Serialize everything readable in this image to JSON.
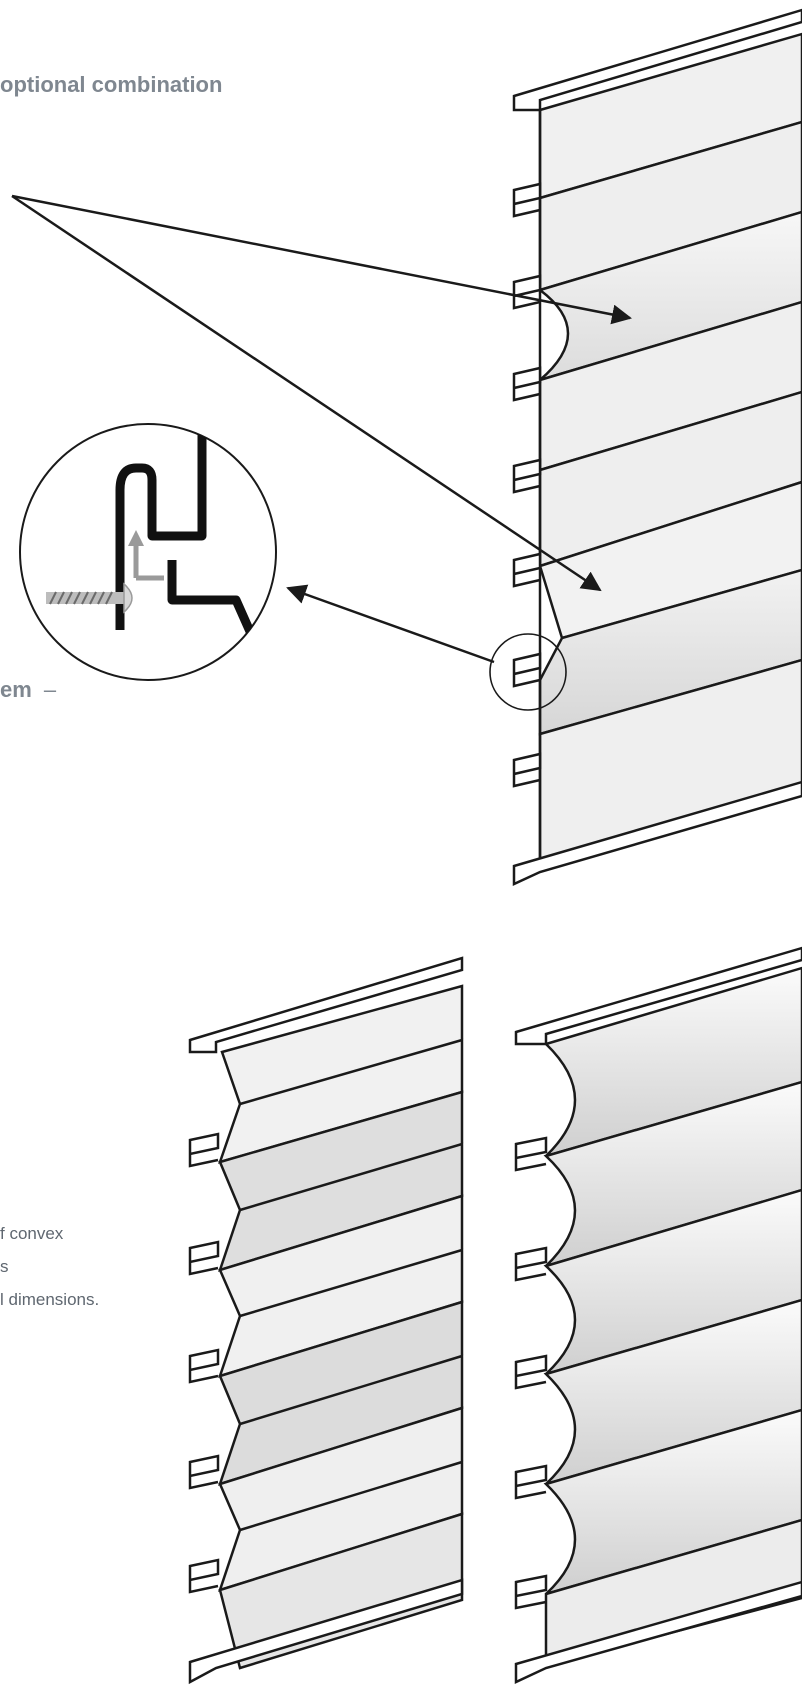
{
  "labels": {
    "top_heading": "optional combination",
    "system_fragment": "em",
    "system_dash": "–",
    "desc_line1": "f convex",
    "desc_line2": "s",
    "desc_line3": "l dimensions."
  },
  "colors": {
    "stroke": "#1a1a1a",
    "panel_light": "#efefef",
    "panel_mid": "#dcdcdc",
    "panel_shadow": "#c9c9c9",
    "label_gray": "#7f8790",
    "detail_gray": "#9a9a9a"
  },
  "icons": {
    "detail": "magnifier-circle-icon",
    "screw": "screw-icon",
    "arrow": "arrow-icon"
  }
}
